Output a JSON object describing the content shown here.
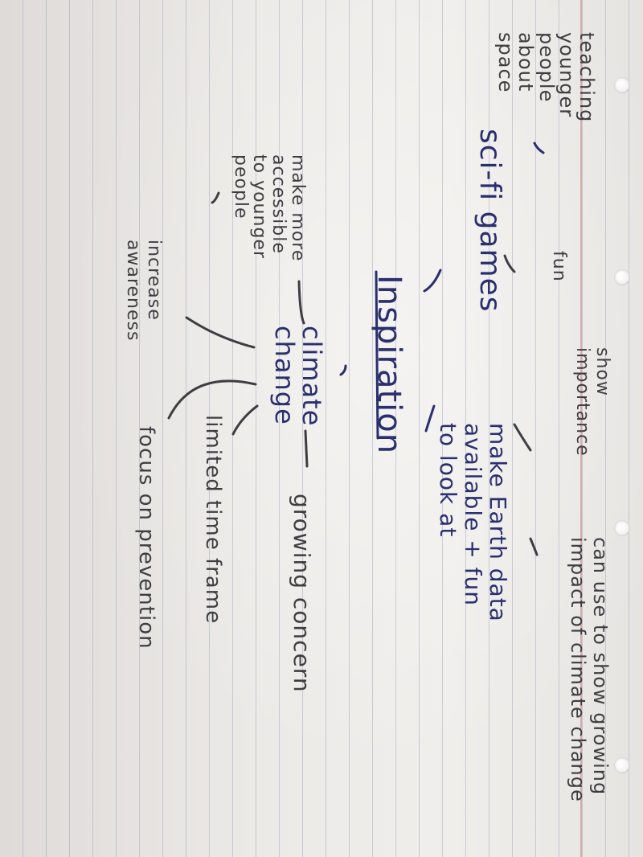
{
  "notes": {
    "central_topic": "Inspiration",
    "branches": {
      "climate_change": "climate\nchange",
      "sci_fi_games": "sci-fi games",
      "teaching": "teaching\nyounger\npeople\nabout\nspace",
      "fun": "fun",
      "make_earth_data": "make Earth data\navailable + fun\nto look at",
      "make_accessible": "make more\naccessible\nto younger\npeople",
      "increase_awareness": "increase\nawareness",
      "show_importance": "show\nimportance",
      "show_impact": "can use to show growing\nimpact of climate change",
      "growing_concern": "growing concern",
      "limited_time": "limited time frame",
      "focus_prevention": "focus on prevention"
    }
  },
  "colors": {
    "blue_ink": "#2a2f6e",
    "gray_ink": "#3e3e42",
    "paper": "#eceae7",
    "rule": "#969fb4"
  }
}
